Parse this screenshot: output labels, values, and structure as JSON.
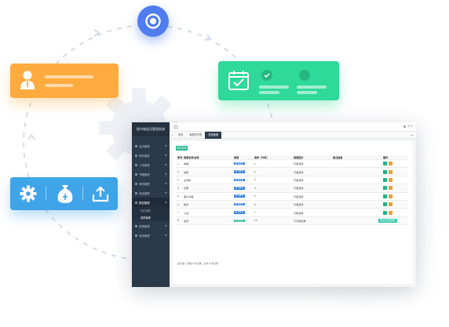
{
  "colors": {
    "orbit": "#d7dbe8",
    "gear": "#eef0f6",
    "target_badge": "#4f7df0",
    "orange_card": "#ffab3f",
    "green_card": "#2ed99a",
    "blue_card": "#3fa4e8",
    "sidebar": "#2b3a4a",
    "primary_button": "#20b28c",
    "badge_blue": "#2f7ad8",
    "delete_button": "#f0a030"
  },
  "icons": {
    "target": "target-icon",
    "user": "user-icon",
    "calendar": "calendar-check-icon",
    "check": "check-circle-icon",
    "gear": "gear-icon",
    "money": "money-bag-icon",
    "upload": "upload-tray-icon"
  },
  "app": {
    "logo": "图书城会员管理系统",
    "topbar": {
      "user": "个人"
    },
    "tabs": [
      "首页",
      "管理员列表",
      "类型管理"
    ],
    "tab_right": "◂ ▸",
    "sidebar": {
      "items": [
        {
          "label": "会员管理"
        },
        {
          "label": "财务报表"
        },
        {
          "label": "工单管理"
        },
        {
          "label": "书籍管理"
        },
        {
          "label": "采购管理"
        },
        {
          "label": "商品管理"
        },
        {
          "label": "类型管理",
          "active": true
        },
        {
          "label": "权限管理"
        },
        {
          "label": "系统管理"
        }
      ],
      "sub_items": [
        {
          "label": "地区管理"
        },
        {
          "label": "类型管理",
          "active": true
        }
      ]
    },
    "add_button": "新增类型",
    "table": {
      "headers": [
        "序号",
        "类型名称/名称",
        "类型",
        "排序（升序）",
        "类型显示",
        "备注信息",
        "操作"
      ],
      "rows": [
        {
          "idx": "1",
          "name": "电脑",
          "type": "图书类型",
          "sort": "1",
          "show": "可能选择"
        },
        {
          "idx": "2",
          "name": "健康",
          "type": "图书类型",
          "sort": "2",
          "show": "可能选择"
        },
        {
          "idx": "3",
          "name": "文学类",
          "type": "图书类型",
          "sort": "3",
          "show": "可能选择"
        },
        {
          "idx": "4",
          "name": "名著",
          "type": "图书类型",
          "sort": "4",
          "show": "可能选择"
        },
        {
          "idx": "5",
          "name": "图片书籍",
          "type": "图书类型",
          "sort": "5",
          "show": "可能选择"
        },
        {
          "idx": "6",
          "name": "数学",
          "type": "图书类型",
          "sort": "6",
          "show": "可能选择"
        },
        {
          "idx": "7",
          "name": "小说",
          "type": "图书类型",
          "sort": "7",
          "show": "可能选择"
        },
        {
          "idx": "8",
          "name": "会员",
          "type": "会员类型",
          "sort": "10",
          "show": "不可能选择",
          "special": "添加子类型类型"
        }
      ]
    },
    "footer": "显示第 1 到第 8 条记录，总共 8 条记录"
  }
}
